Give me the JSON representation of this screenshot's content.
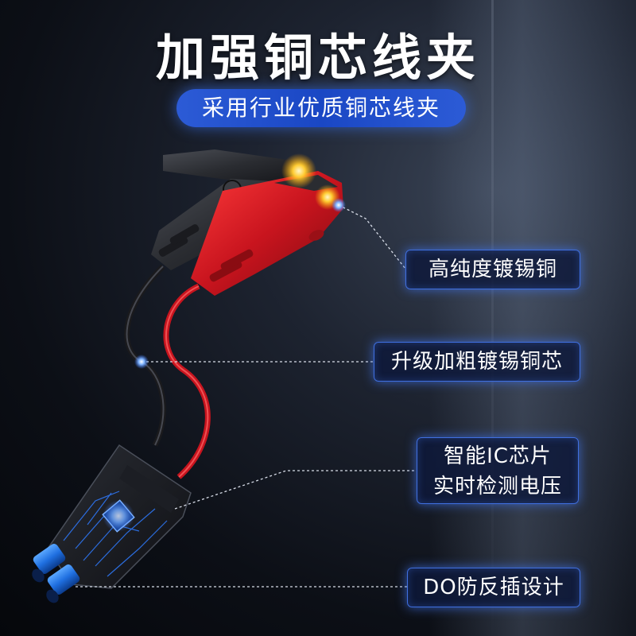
{
  "title": "加强铜芯线夹",
  "subtitle": "采用行业优质铜芯线夹",
  "callouts": [
    {
      "line1": "高纯度镀锡铜"
    },
    {
      "line1": "升级加粗镀锡铜芯"
    },
    {
      "line1": "智能IC芯片",
      "line2": "实时检测电压"
    },
    {
      "line1": "DO防反插设计"
    }
  ],
  "colors": {
    "accent_blue": "#2c5bd6",
    "clamp_red": "#c8141e",
    "clamp_black": "#2a2c31",
    "connector_blue": "#1f6fe0"
  }
}
